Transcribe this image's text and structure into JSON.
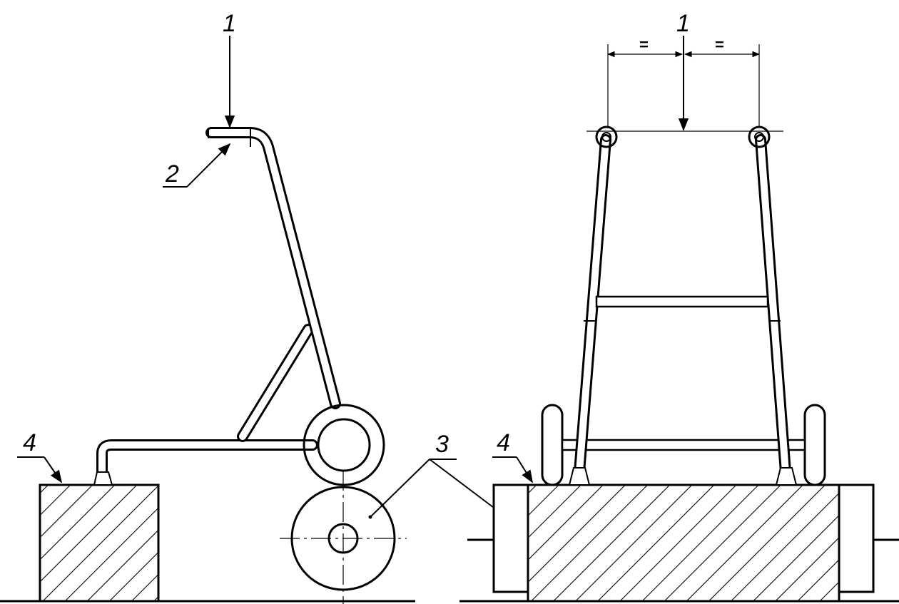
{
  "figure": {
    "labels": {
      "load_left": "1",
      "handle": "2",
      "roller": "3",
      "block_left": "4",
      "load_right": "1",
      "block_right": "4",
      "equal_left": "=",
      "equal_right": "="
    }
  }
}
